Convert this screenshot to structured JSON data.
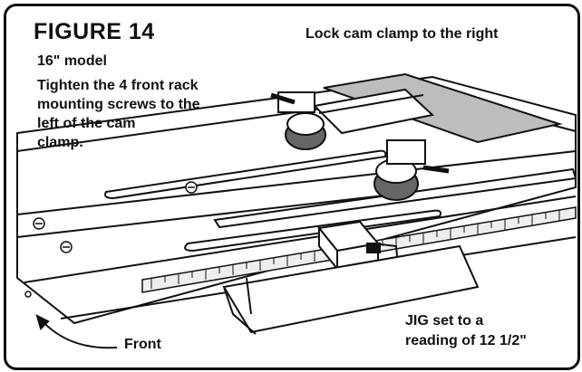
{
  "figure": {
    "title": "FIGURE 14",
    "model": "16\" model",
    "instruction_lines": [
      "Tighten the 4 front rack",
      "mounting screws to the",
      "left of the cam",
      "clamp."
    ]
  },
  "callouts": {
    "lock_cam": "Lock cam clamp to the right",
    "jig_line1": "JIG  set to a",
    "jig_line2": "reading of 12 1/2\"",
    "front": "Front"
  },
  "colors": {
    "ink": "#111111",
    "paper": "#ffffff",
    "shade": "#bdbdbd"
  }
}
